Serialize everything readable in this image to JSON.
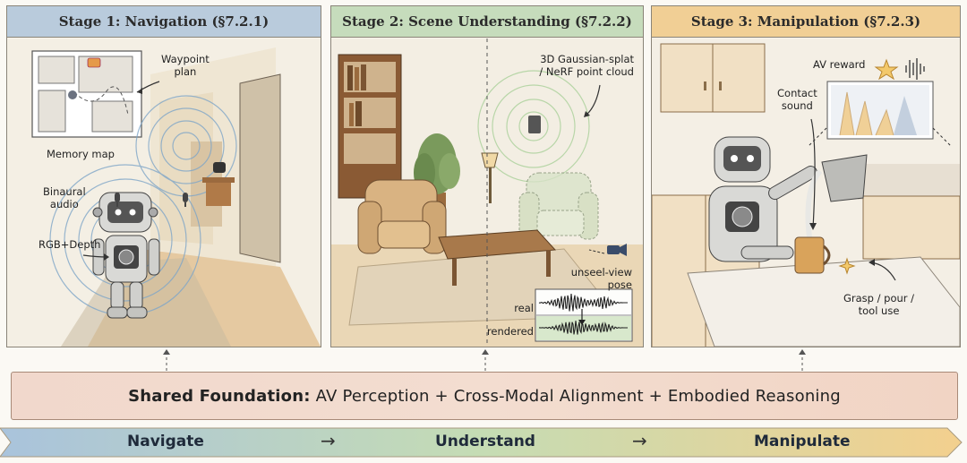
{
  "panels": [
    {
      "title": "Stage 1: Navigation (§7.2.1)"
    },
    {
      "title": "Stage 2: Scene Understanding (§7.2.2)"
    },
    {
      "title": "Stage 3: Manipulation (§7.2.3)"
    }
  ],
  "stage1": {
    "waypoint": "Waypoint\nplan",
    "memory_map": "Memory map",
    "binaural": "Binaural\naudio",
    "rgbd": "RGB+Depth"
  },
  "stage2": {
    "pointcloud": "3D Gaussian-splat\n/ NeRF point cloud",
    "unseen_pose": "unseel-view\npose",
    "real": "real",
    "rendered": "rendered"
  },
  "stage3": {
    "av_reward": "AV reward",
    "contact": "Contact\nsound",
    "grasp": "Grasp / pour /\ntool use"
  },
  "foundation": {
    "bold": "Shared Foundation:",
    "text": "AV Perception + Cross-Modal Alignment + Embodied Reasoning"
  },
  "flow": {
    "navigate": "Navigate",
    "understand": "Understand",
    "manipulate": "Manipulate",
    "arrow": "→"
  },
  "colors": {
    "stage1": "#b9cbdc",
    "stage2": "#c6dcbc",
    "stage3": "#f1cf95"
  }
}
